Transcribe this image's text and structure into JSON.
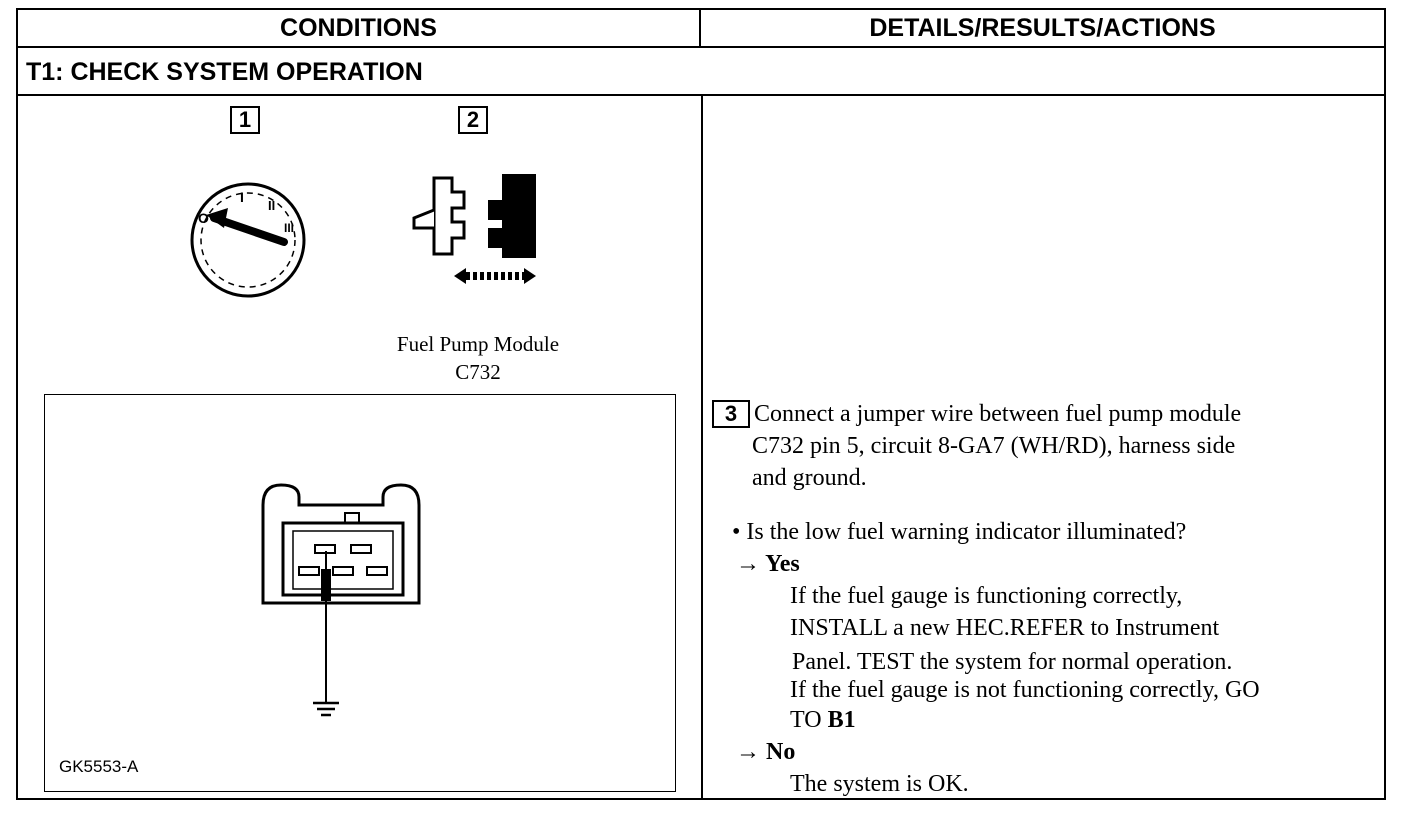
{
  "header": {
    "conditions": "CONDITIONS",
    "details": "DETAILS/RESULTS/ACTIONS"
  },
  "test_title": "T1: CHECK SYSTEM OPERATION",
  "conditions": {
    "step1": "1",
    "step2": "2",
    "connector_caption_line1": "Fuel Pump Module",
    "connector_caption_line2": "C732",
    "figure_id": "GK5553-A",
    "icons": [
      "ignition-switch-icon",
      "connector-disconnect-icon",
      "ground-symbol-icon"
    ]
  },
  "details": {
    "step3": "3",
    "instruction_lines": [
      "Connect a jumper wire between fuel pump module",
      "C732 pin 5, circuit 8-GA7 (WH/RD), harness side",
      "and ground."
    ],
    "question": "• Is the low fuel warning indicator illuminated?",
    "yes_label": "→ Yes",
    "yes_lines": [
      "If the fuel gauge is functioning correctly,",
      "INSTALL a new HEC.REFER to Instrument",
      "Panel. TEST the system for normal operation.",
      "If the fuel gauge is not functioning  correctly, GO"
    ],
    "yes_goto_prefix": "TO ",
    "yes_goto_target": "B1",
    "no_label": "→ No",
    "no_line": "The system is OK."
  }
}
